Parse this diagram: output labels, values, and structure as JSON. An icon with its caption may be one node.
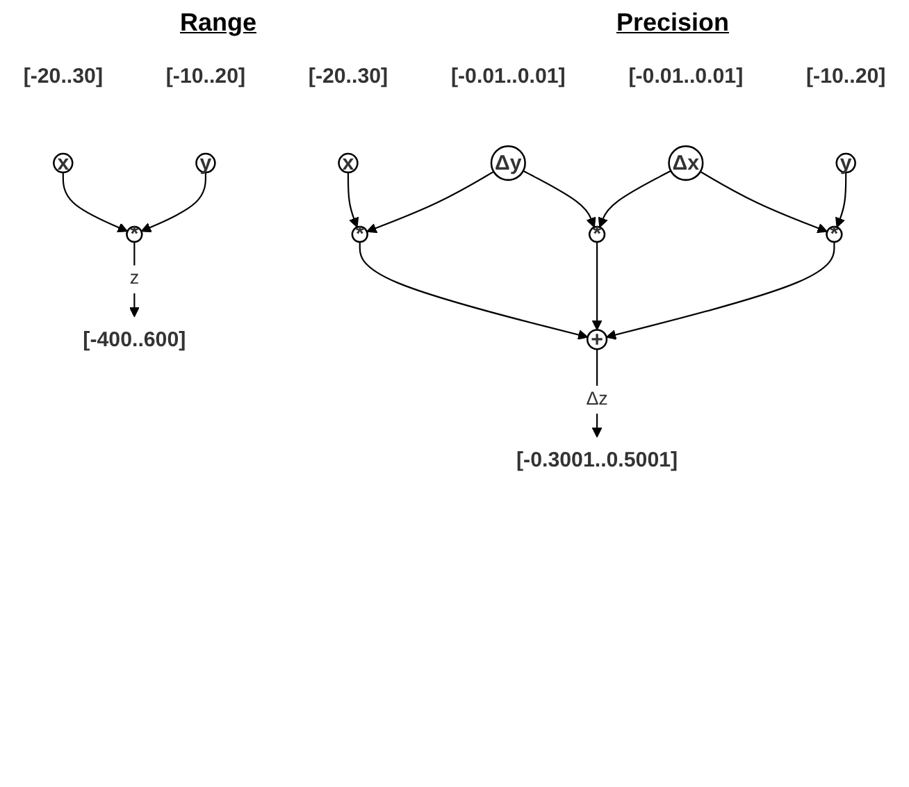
{
  "diagram": {
    "nodes": [
      {
        "text": [
          "x"
        ],
        "beside": [
          "[-20..30]"
        ]
      },
      {
        "text": [
          "y"
        ],
        "beside": [
          "[-10..20]"
        ]
      },
      {
        "text": [
          "*"
        ]
      },
      {
        "text": [
          "[-400..600]"
        ]
      },
      {
        "text": [
          "x"
        ],
        "beside": [
          "[-20..30]"
        ]
      },
      {
        "text": [
          "Δy"
        ],
        "beside": [
          "[-0.01..0.01]"
        ]
      },
      {
        "text": [
          "Δx"
        ],
        "beside": [
          "[-0.01..0.01]"
        ]
      },
      {
        "text": [
          "y"
        ],
        "beside": [
          "[-10..20]"
        ]
      },
      {
        "text": [
          "*"
        ]
      },
      {
        "text": [
          "*"
        ]
      },
      {
        "text": [
          "*"
        ]
      },
      {
        "text": [
          "+"
        ]
      },
      {
        "text": [
          "[-0.3001..0.5001]"
        ]
      }
    ],
    "edges": [
      {
        "from": 0,
        "to": 2,
        "arrow": "to"
      },
      {
        "from": 1,
        "to": 2,
        "arrow": "to"
      },
      {
        "from": 2,
        "to": 3,
        "arrow": "to",
        "label": "z"
      },
      {
        "from": 4,
        "to": 8,
        "arrow": "to"
      },
      {
        "from": 5,
        "to": 8,
        "arrow": "to"
      },
      {
        "from": 5,
        "to": 9,
        "arrow": "to"
      },
      {
        "from": 6,
        "to": 9,
        "arrow": "to"
      },
      {
        "from": 6,
        "to": 10,
        "arrow": "to"
      },
      {
        "from": 7,
        "to": 10,
        "arrow": "to"
      },
      {
        "from": 8,
        "to": 11,
        "arrow": "to"
      },
      {
        "from": 9,
        "to": 11,
        "arrow": "to"
      },
      {
        "from": 10,
        "to": 11,
        "arrow": "to"
      },
      {
        "from": 11,
        "to": 12,
        "arrow": "to",
        "label": "Δz"
      }
    ],
    "labels": [
      "Range",
      "Precision"
    ]
  }
}
